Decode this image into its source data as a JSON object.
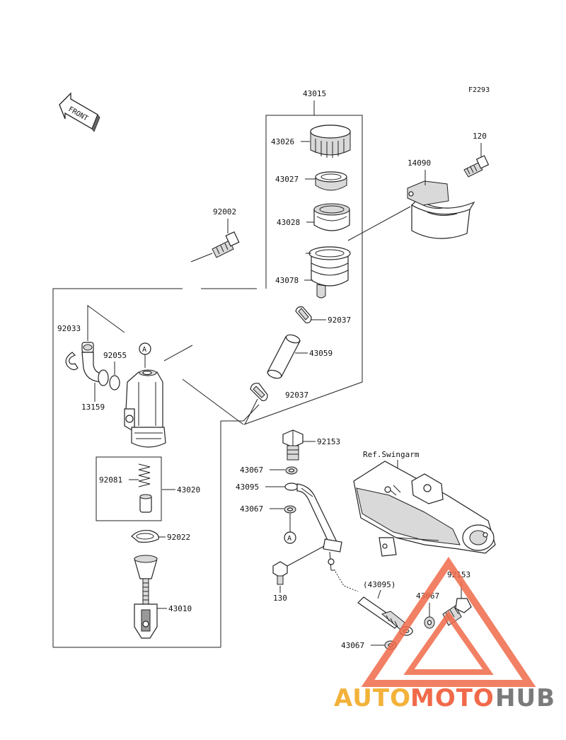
{
  "figure_code": "F2293",
  "front_label": "FRONT",
  "circle_marker": "A",
  "ref_label": "Ref.Swingarm",
  "watermark": {
    "part1": "AUTO",
    "part2": "MOTO",
    "part3": "HUB",
    "colors": {
      "auto": "#f2b23a",
      "moto": "#f06a4a",
      "hub": "#7a7a7a"
    }
  },
  "parts": {
    "p43015": "43015",
    "p43026": "43026",
    "p43027": "43027",
    "p43028": "43028",
    "p43078": "43078",
    "p92037a": "92037",
    "p43059": "43059",
    "p92037b": "92037",
    "p14090": "14090",
    "p120": "120",
    "p92002": "92002",
    "p92033": "92033",
    "p92055": "92055",
    "p13159": "13159",
    "p92081": "92081",
    "p43020": "43020",
    "p92022": "92022",
    "p43010": "43010",
    "p92153a": "92153",
    "p43067a": "43067",
    "p43095": "43095",
    "p43067b": "43067",
    "p130": "130",
    "p43095b": "(43095)",
    "p43067c": "43067",
    "p92153b": "92153",
    "p43067d": "43067"
  }
}
